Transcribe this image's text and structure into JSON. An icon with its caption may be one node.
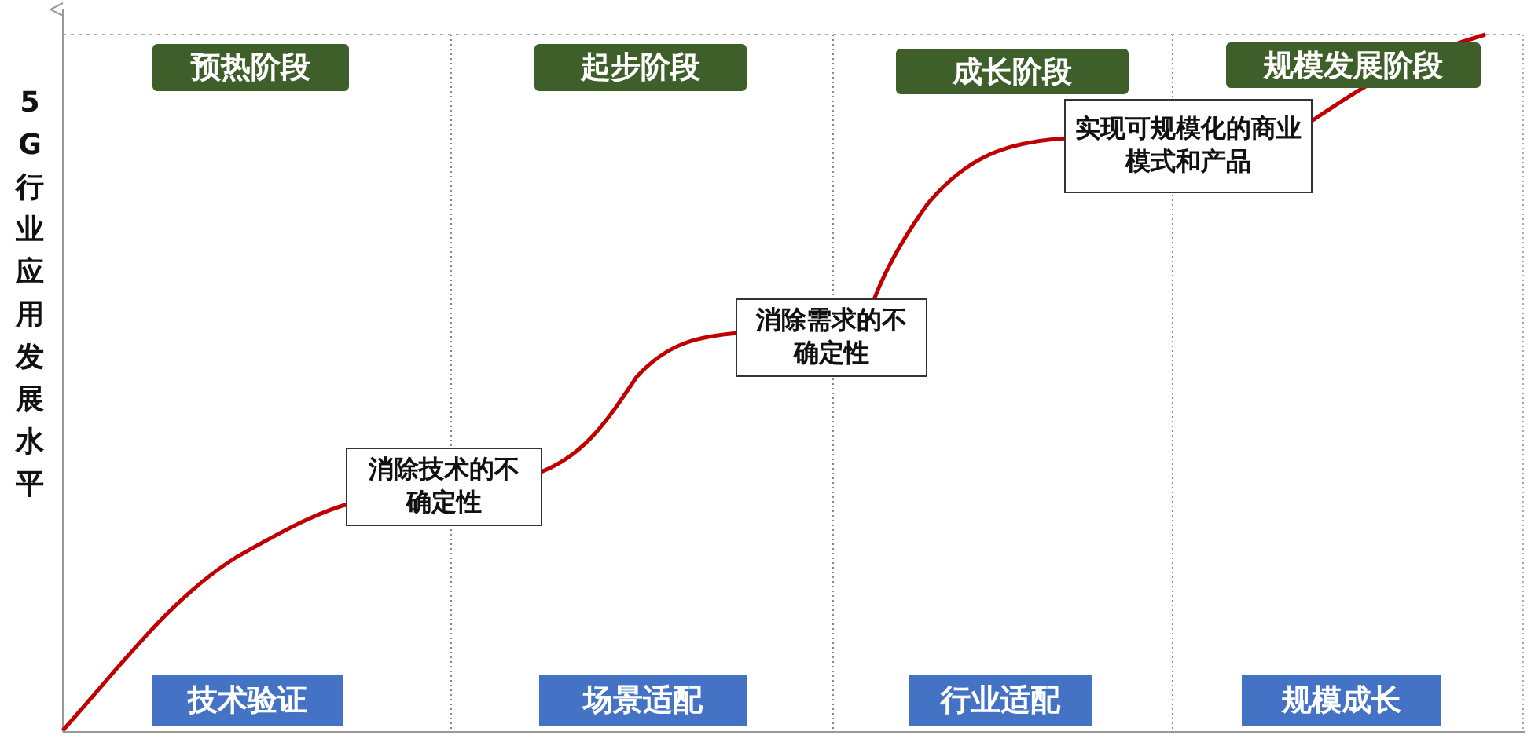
{
  "diagram": {
    "nodes": [
      {
        "text": [
          "预热阶段"
        ]
      },
      {
        "text": [
          "起步阶段"
        ]
      },
      {
        "text": [
          "成长阶段"
        ]
      },
      {
        "text": [
          "规模发展阶段"
        ]
      },
      {
        "text": [
          "实现可规模化的商业模式和产品"
        ]
      },
      {
        "text": [
          "消除需求的不确定性"
        ]
      },
      {
        "text": [
          "消除技术的不确定性"
        ]
      },
      {
        "text": [
          "技术验证"
        ]
      },
      {
        "text": [
          "场景适配"
        ]
      },
      {
        "text": [
          "行业适配"
        ]
      },
      {
        "text": [
          "规模成长"
        ]
      }
    ],
    "labels": [
      "5G行业应用发展水平"
    ]
  }
}
